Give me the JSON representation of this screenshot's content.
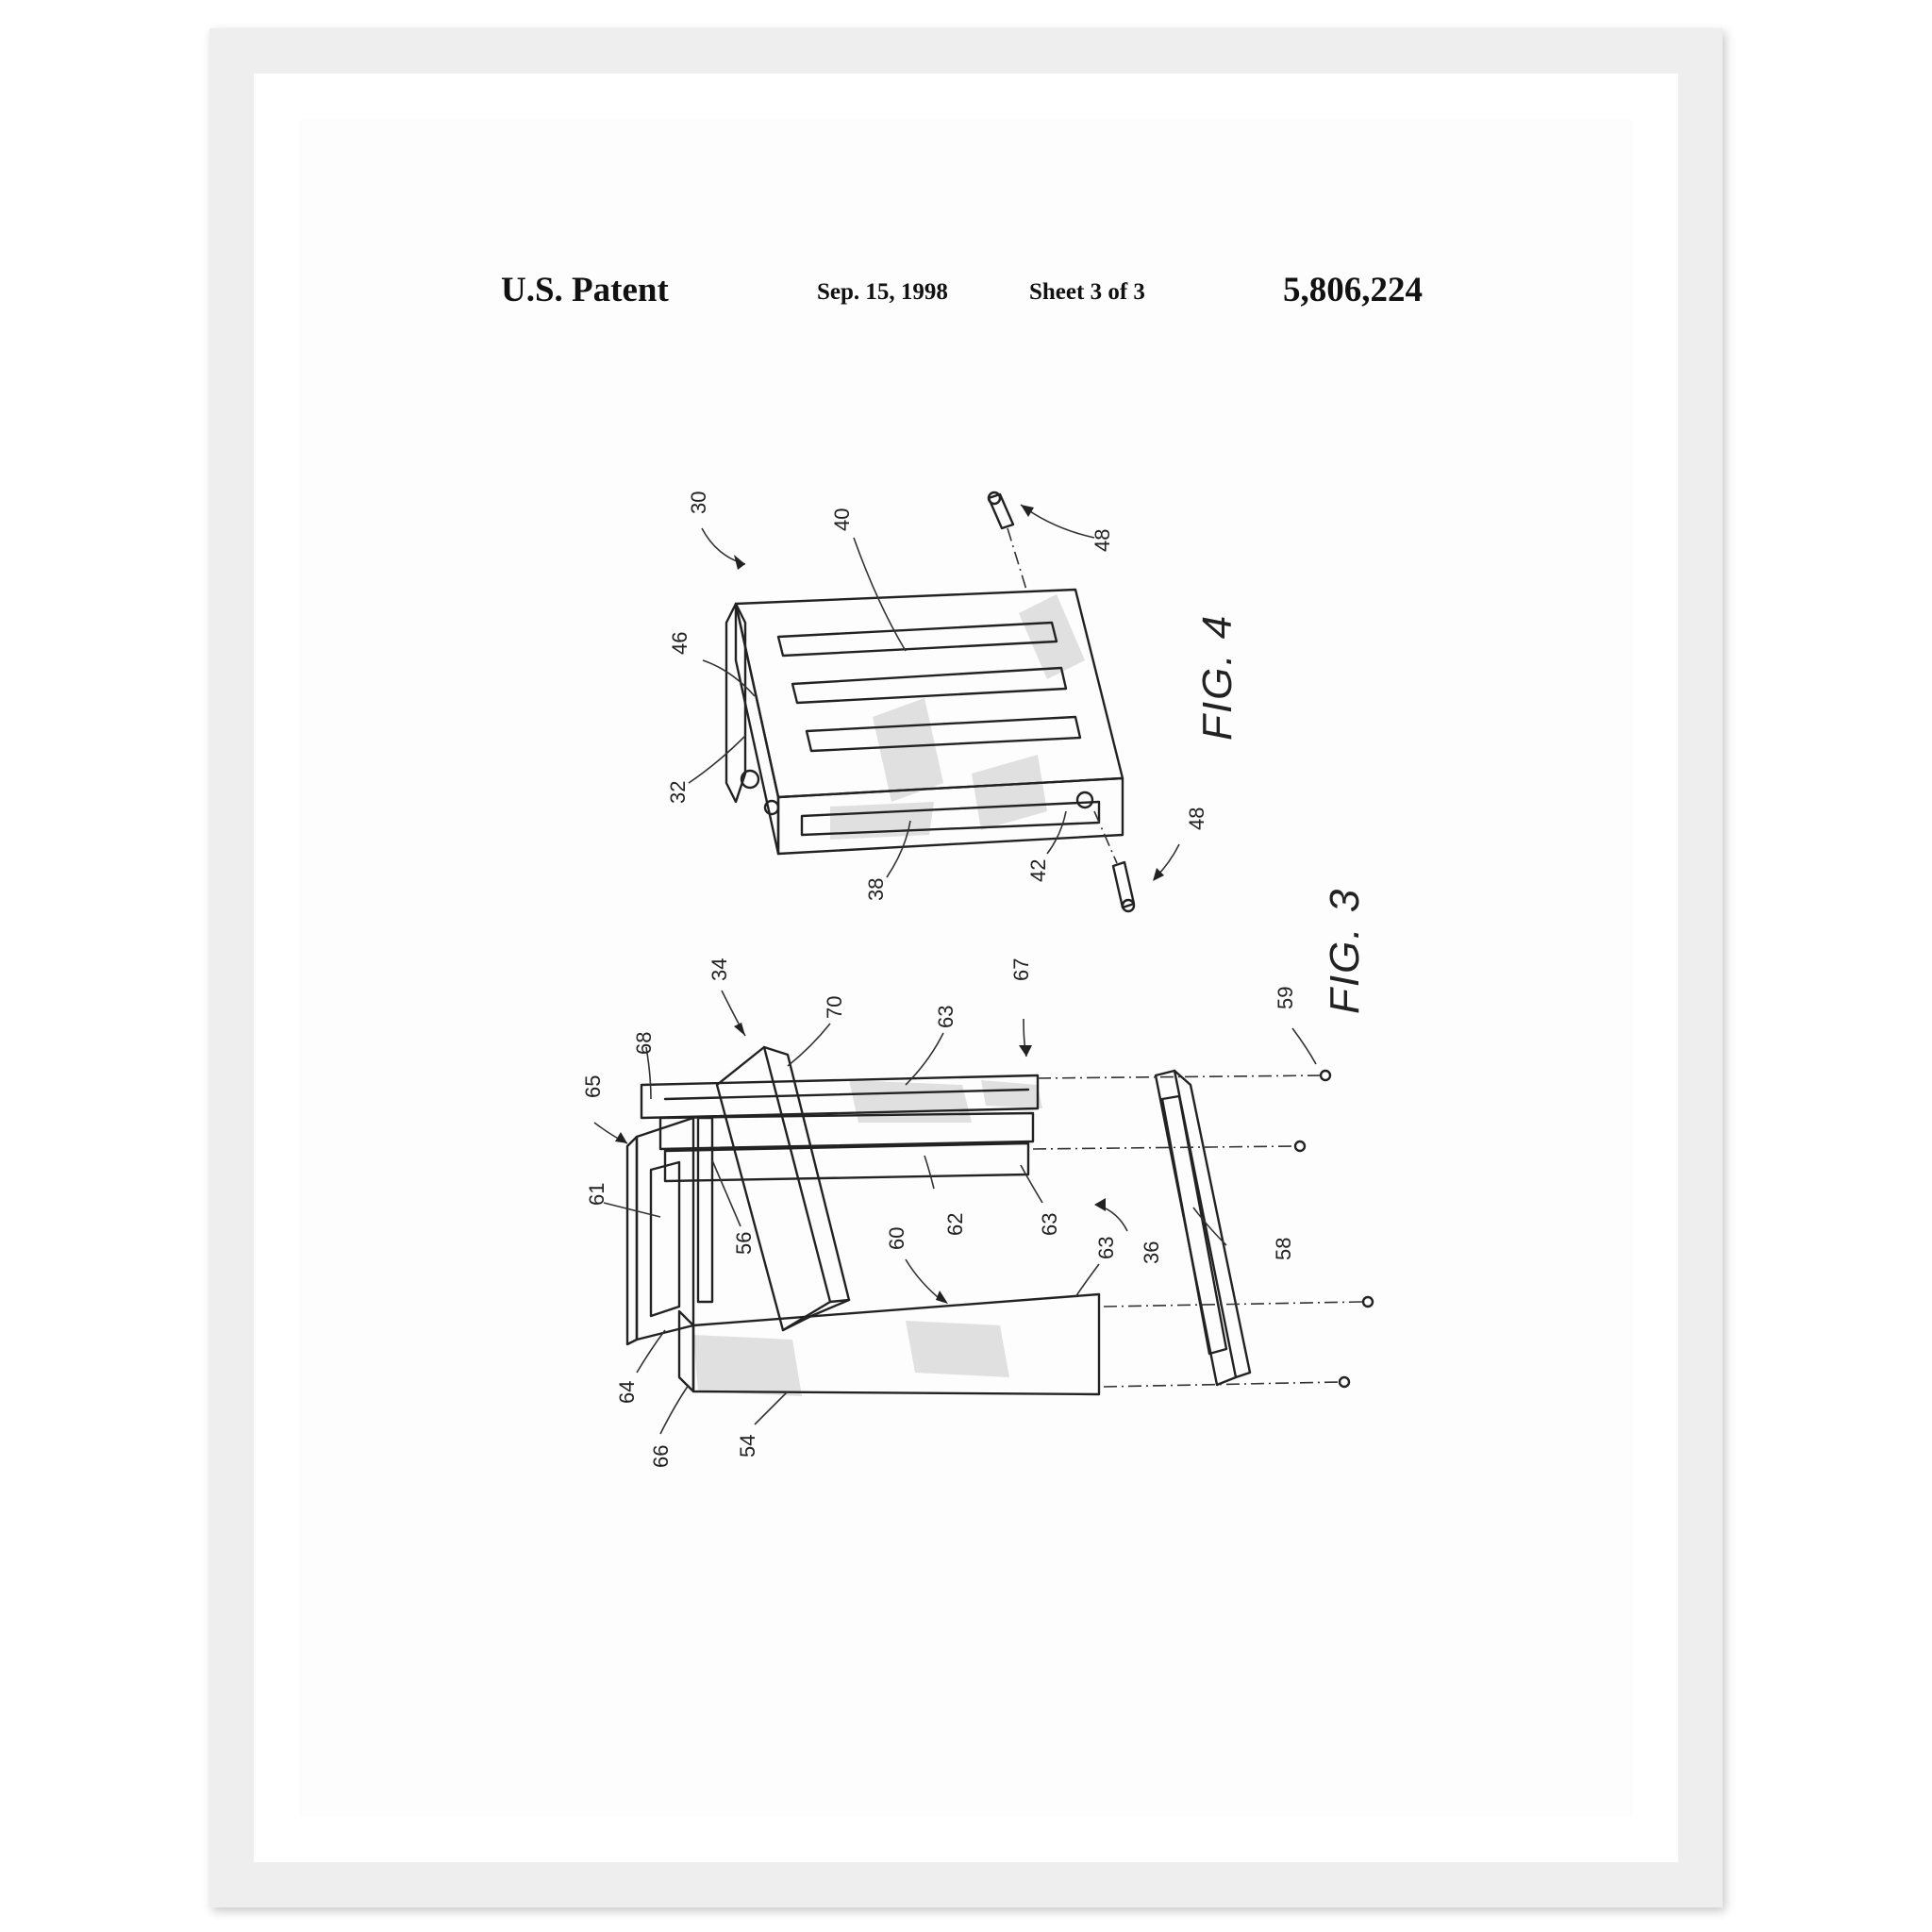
{
  "header": {
    "title": "U.S. Patent",
    "date": "Sep. 15, 1998",
    "sheet": "Sheet 3 of 3",
    "patent_number": "5,806,224"
  },
  "figures": {
    "fig4": {
      "label": "FIG. 4",
      "refs": [
        "30",
        "40",
        "48",
        "46",
        "32",
        "38",
        "42",
        "48"
      ]
    },
    "fig3": {
      "label": "FIG. 3",
      "refs": [
        "34",
        "70",
        "63",
        "67",
        "65",
        "68",
        "61",
        "56",
        "62",
        "63",
        "36",
        "58",
        "60",
        "63",
        "64",
        "66",
        "54",
        "59"
      ]
    }
  }
}
